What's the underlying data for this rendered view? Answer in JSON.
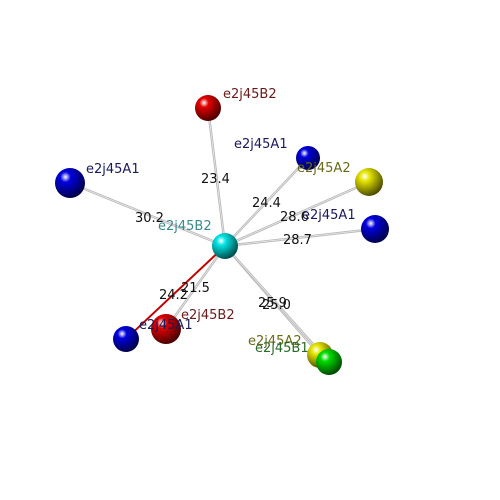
{
  "center": {
    "label": "e2j45B2",
    "color": "#00e5e5",
    "label_color": "#3a8a8a"
  },
  "neighbors": [
    {
      "id": "n1",
      "label": "e2j45B2",
      "color": "#e00000",
      "label_color": "#6a1a1a",
      "distance": "23.4",
      "bond": "grey"
    },
    {
      "id": "n2",
      "label": "e2j45A1",
      "color": "#0000dd",
      "label_color": "#1a1a5a",
      "distance": "24.4",
      "bond": "grey"
    },
    {
      "id": "n3",
      "label": "e2j45A2",
      "color": "#e5e500",
      "label_color": "#6a6a1a",
      "distance": "28.6",
      "bond": "grey"
    },
    {
      "id": "n4",
      "label": "e2j45A1",
      "color": "#0000dd",
      "label_color": "#1a1a5a",
      "distance": "28.7",
      "bond": "grey"
    },
    {
      "id": "n5",
      "label": "e2j45A1",
      "color": "#0000dd",
      "label_color": "#1a1a5a",
      "distance": "30.2",
      "bond": "grey"
    },
    {
      "id": "n6",
      "label": "e2j45A1",
      "color": "#0000dd",
      "label_color": "#1a1a5a",
      "distance": "24.2",
      "bond": "red"
    },
    {
      "id": "n7",
      "label": "e2j45B2",
      "color": "#e00000",
      "label_color": "#6a1a1a",
      "distance": "21.5",
      "bond": "grey"
    },
    {
      "id": "n8",
      "label": "e2j45A2",
      "color": "#e5e500",
      "label_color": "#6a6a1a",
      "distance": "25.9",
      "bond": "grey"
    },
    {
      "id": "n9",
      "label": "e2j45B1",
      "color": "#00dd00",
      "label_color": "#2a6a2a",
      "distance": "25.0",
      "bond": "grey"
    }
  ]
}
